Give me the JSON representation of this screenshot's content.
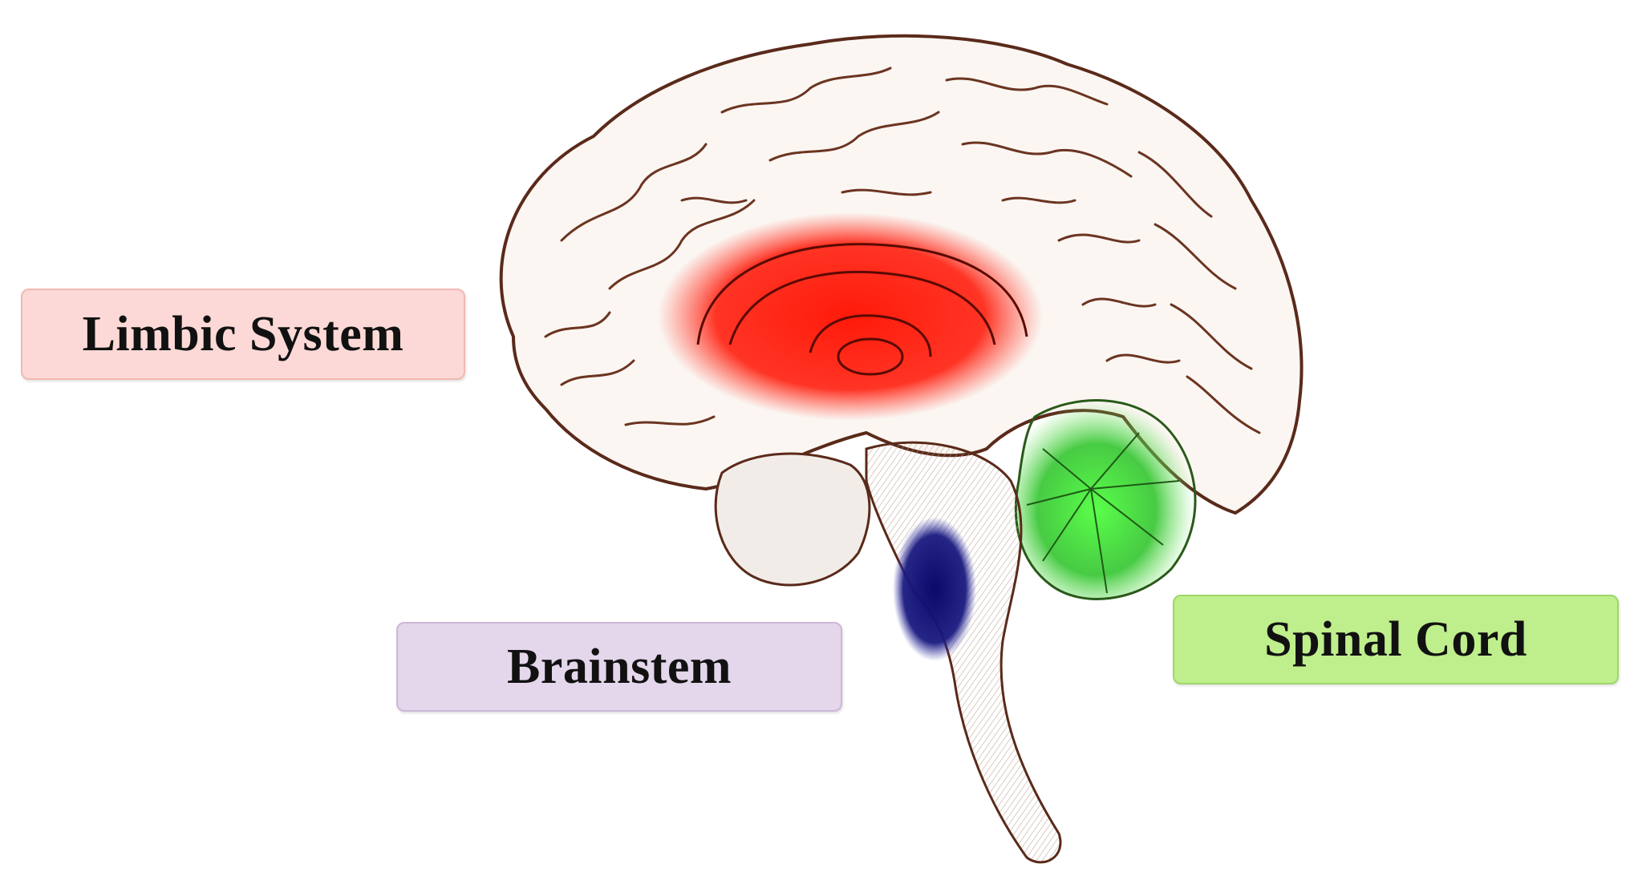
{
  "labels": {
    "limbic": "Limbic System",
    "brainstem": "Brainstem",
    "spinal": "Spinal Cord"
  },
  "colors": {
    "limbic_highlight": "#ff2a1a",
    "brainstem_highlight": "#1a1a7a",
    "cerebellum_highlight": "#3ed23a",
    "outline": "#5a2a1a",
    "limbic_box": "#fcd9d6",
    "brainstem_box": "#e4d6eb",
    "spinal_box": "#bfee8c"
  }
}
